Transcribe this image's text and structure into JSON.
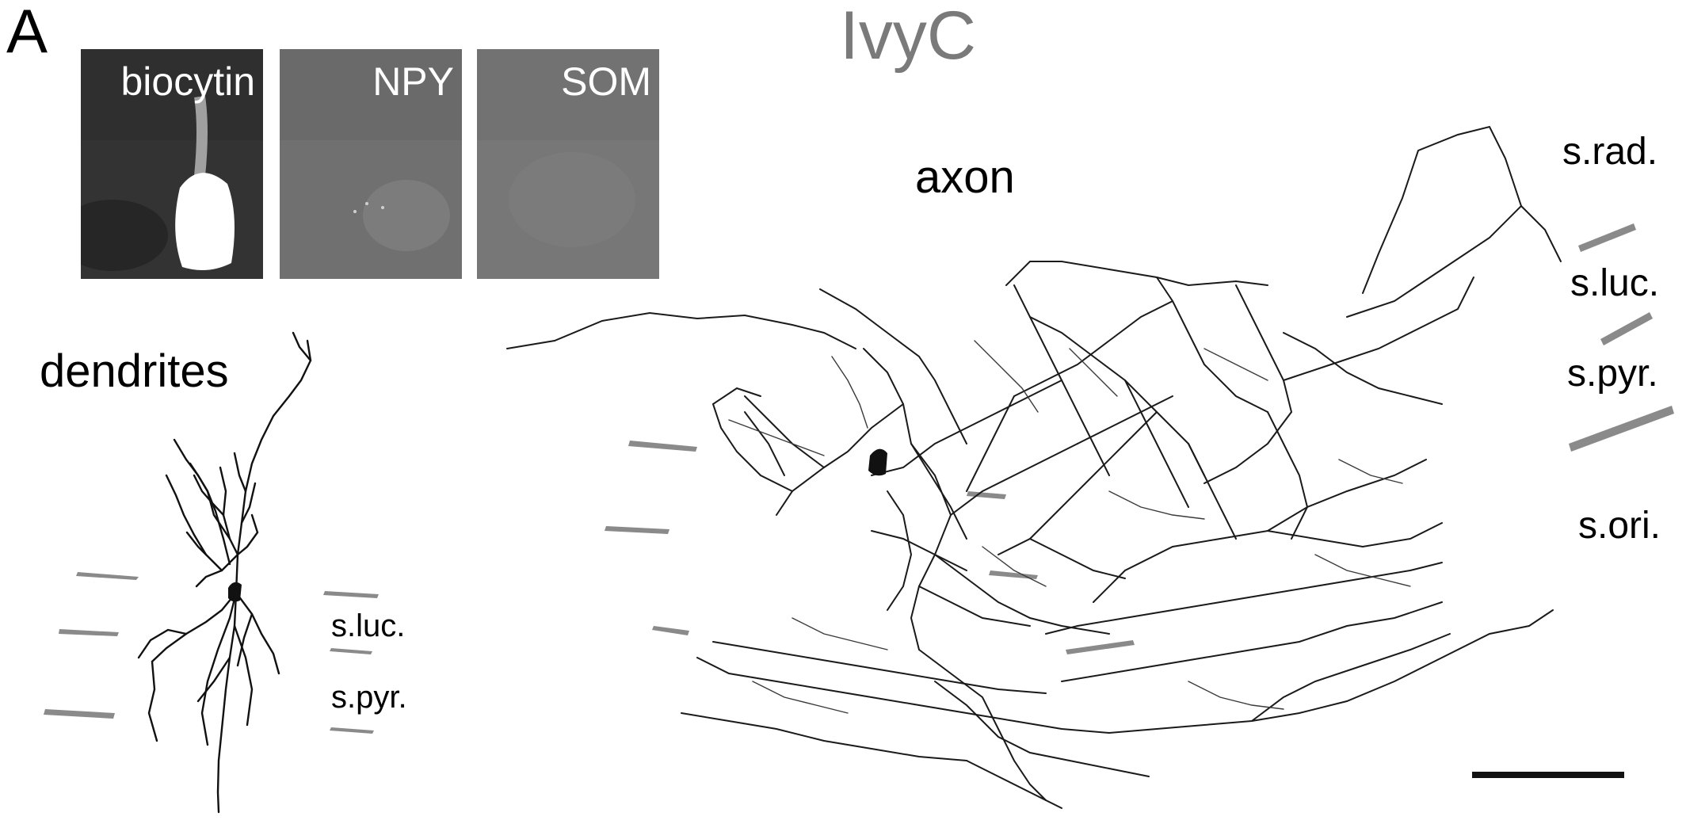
{
  "figure": {
    "panel_letter": "A",
    "title": "IvyC"
  },
  "micrographs": [
    {
      "id": "biocytin",
      "label": "biocytin"
    },
    {
      "id": "npy",
      "label": "NPY"
    },
    {
      "id": "som",
      "label": "SOM"
    }
  ],
  "dendrites_panel": {
    "label": "dendrites",
    "layers": [
      "s.luc.",
      "s.pyr."
    ]
  },
  "axon_panel": {
    "label": "axon",
    "layers": [
      "s.rad.",
      "s.luc.",
      "s.pyr.",
      "s.ori."
    ]
  },
  "colors": {
    "title": "#7a7a7a",
    "boundary": "#888888",
    "neurite": "#111111"
  },
  "icons": [
    "scale-bar"
  ]
}
